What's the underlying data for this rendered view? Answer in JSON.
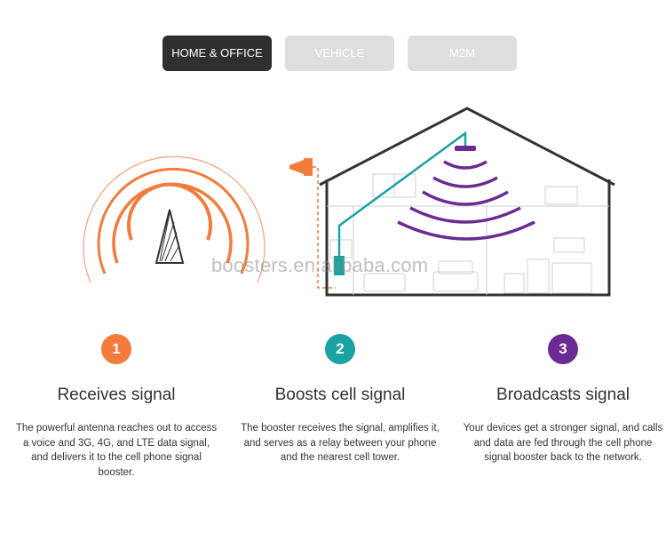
{
  "tabs": [
    {
      "label": "HOME & OFFICE",
      "active": true
    },
    {
      "label": "VEHICLE",
      "active": false
    },
    {
      "label": "M2M",
      "active": false
    }
  ],
  "watermark": "boosters.en.alibaba.com",
  "steps": [
    {
      "number": "1",
      "title": "Receives signal",
      "description": "The powerful antenna reaches out to access a voice and 3G, 4G, and LTE data signal, and delivers it to the cell phone signal booster.",
      "color": "#f47b3c"
    },
    {
      "number": "2",
      "title": "Boosts cell signal",
      "description": "The booster receives the signal, amplifies it, and serves as a relay between your phone and the nearest cell tower.",
      "color": "#1aa3a3"
    },
    {
      "number": "3",
      "title": "Broadcasts signal",
      "description": "Your devices get a stronger signal, and calls and data are fed through the cell phone signal booster back to the network.",
      "color": "#6b2a94"
    }
  ],
  "colors": {
    "orange": "#f47b3c",
    "teal": "#1aa3a3",
    "purple": "#6b2a94",
    "dark": "#2f2f2f"
  }
}
